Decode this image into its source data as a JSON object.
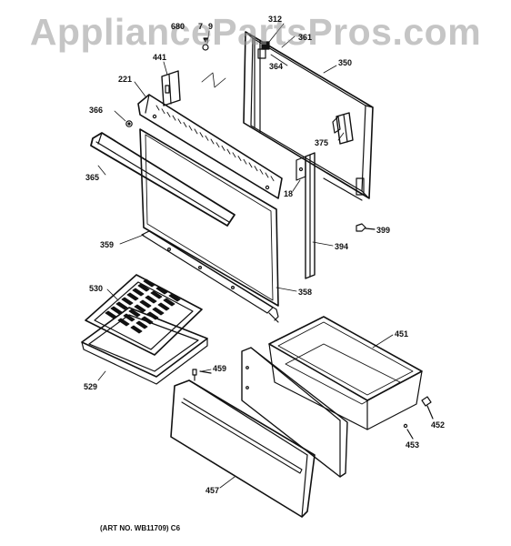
{
  "watermark": "AppliancePartsPros.com",
  "art_number": "(ART NO. WB11709) C6",
  "part_numbers": {
    "p680": "680",
    "p7": "7",
    "p9": "9",
    "p312": "312",
    "p361": "361",
    "p441": "441",
    "p364": "364",
    "p350": "350",
    "p221": "221",
    "p366": "366",
    "p375": "375",
    "p365": "365",
    "p18": "18",
    "p399": "399",
    "p359": "359",
    "p394": "394",
    "p358": "358",
    "p530": "530",
    "p451": "451",
    "p459": "459",
    "p529": "529",
    "p452": "452",
    "p453": "453",
    "p457": "457"
  }
}
